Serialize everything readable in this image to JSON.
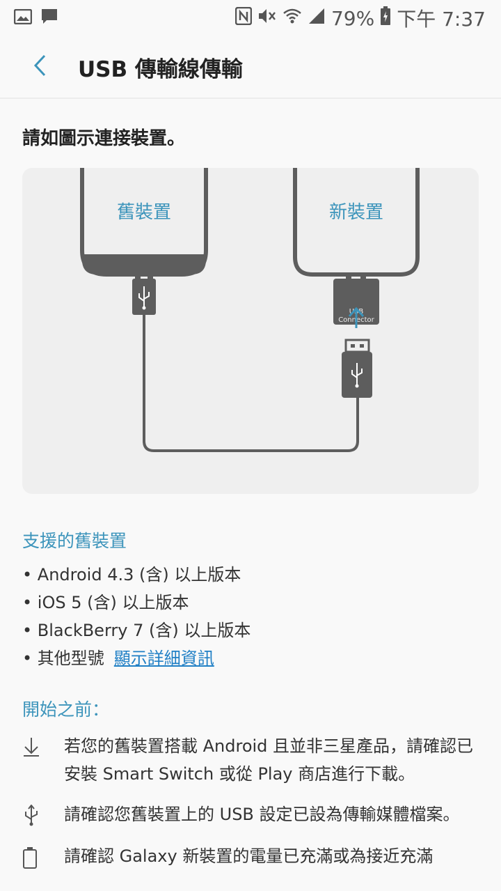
{
  "status_bar": {
    "battery": "79%",
    "time": "下午 7:37",
    "icons": [
      "gallery-icon",
      "message-icon",
      "nfc-icon",
      "mute-icon",
      "wifi-icon",
      "signal-icon",
      "battery-icon"
    ]
  },
  "header": {
    "title": "USB 傳輸線傳輸"
  },
  "instruction": "請如圖示連接裝置。",
  "diagram": {
    "old_device_label": "舊裝置",
    "new_device_label": "新裝置",
    "connector_label_line1": "USB",
    "connector_label_line2": "Connector"
  },
  "supported": {
    "title": "支援的舊裝置",
    "items": [
      "• Android 4.3 (含) 以上版本",
      "• iOS 5 (含) 以上版本",
      "• BlackBerry 7 (含) 以上版本"
    ],
    "other_prefix": "• 其他型號",
    "other_link": "顯示詳細資訊"
  },
  "before": {
    "title": "開始之前：",
    "steps": [
      {
        "icon": "download-icon",
        "text": "若您的舊裝置搭載 Android 且並非三星產品，請確認已安裝 Smart Switch 或從 Play 商店進行下載。"
      },
      {
        "icon": "usb-icon",
        "text": "請確認您舊裝置上的 USB 設定已設為傳輸媒體檔案。"
      },
      {
        "icon": "battery-outline-icon",
        "text": "請確認 Galaxy 新裝置的電量已充滿或為接近充滿"
      }
    ]
  },
  "colors": {
    "accent": "#3c94bb",
    "link": "#1f7fc5",
    "device_fill": "#5d5d5d",
    "diagram_bg": "#efefef"
  }
}
